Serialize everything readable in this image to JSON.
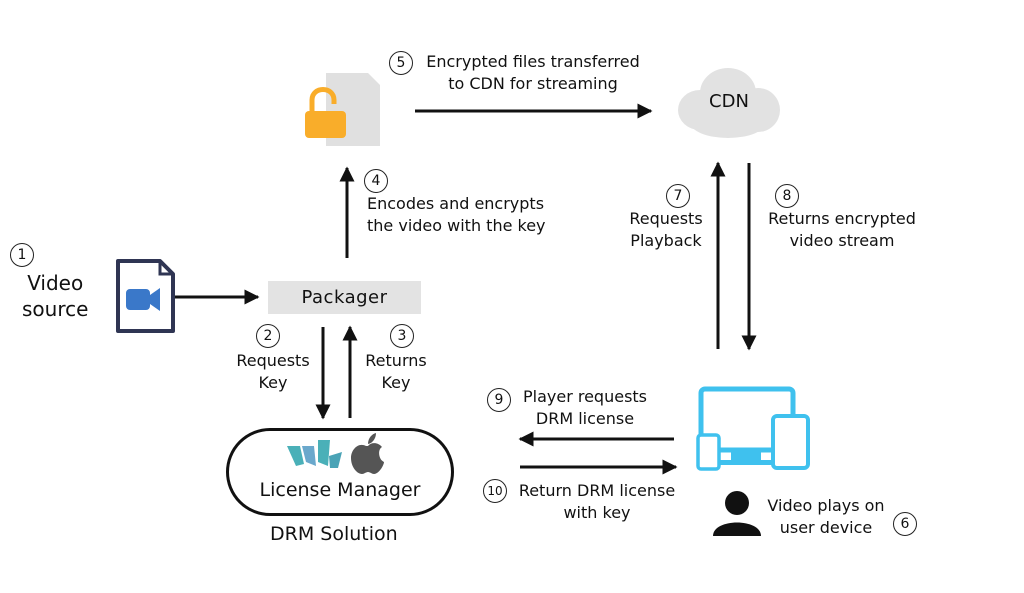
{
  "steps": {
    "s1": "1",
    "s2": "2",
    "s3": "3",
    "s4": "4",
    "s5": "5",
    "s6": "6",
    "s7": "7",
    "s8": "8",
    "s9": "9",
    "s10": "10"
  },
  "labels": {
    "video_source": [
      "Video",
      "source"
    ],
    "packager": "Packager",
    "requests_key": [
      "Requests",
      "Key"
    ],
    "returns_key": [
      "Returns",
      "Key"
    ],
    "license_manager": "License Manager",
    "drm_solution": "DRM Solution",
    "encodes": [
      "Encodes and encrypts",
      "the video with the key"
    ],
    "transferred": [
      "Encrypted files transferred",
      "to CDN for streaming"
    ],
    "cdn": "CDN",
    "requests_playback": [
      "Requests",
      "Playback"
    ],
    "returns_stream": [
      "Returns encrypted",
      "video stream"
    ],
    "player_requests": [
      "Player requests",
      "DRM license"
    ],
    "return_license": [
      "Return DRM license",
      "with key"
    ],
    "video_plays": [
      "Video plays on",
      "user device"
    ]
  },
  "icons": {
    "video_file": "video-file-icon",
    "lock": "unlocked-padlock-icon",
    "document": "document-icon",
    "cdn": "cloud-icon",
    "devices": "multi-device-icon",
    "user": "user-icon",
    "vendor_logo": "drm-vendor-logo",
    "apple": "apple-logo"
  },
  "colors": {
    "device": "#3fc1ee",
    "lock": "#f9ad2a",
    "camera": "#3a78c9",
    "file_outline": "#2f3553",
    "logo_teal": "#4ab0b8"
  }
}
